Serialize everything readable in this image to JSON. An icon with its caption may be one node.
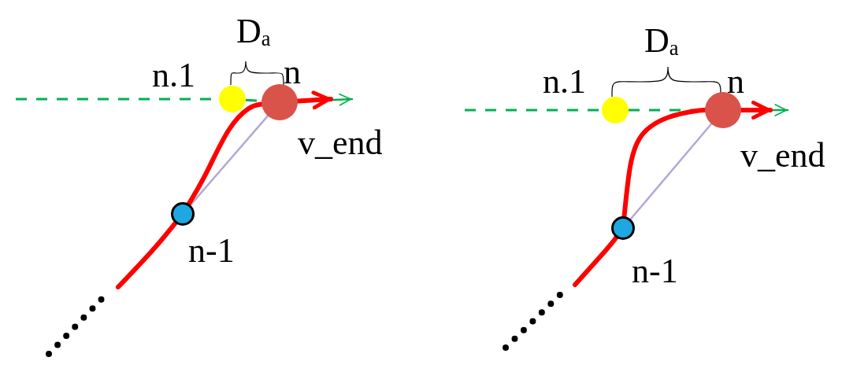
{
  "diagram": {
    "nodes": [
      {
        "text": [],
        "shape": "circle",
        "beside": [
          "n.1"
        ]
      },
      {
        "text": [],
        "shape": "circle",
        "beside": [
          "n"
        ]
      },
      {
        "text": [],
        "shape": "circle",
        "beside": [
          "n-1"
        ]
      },
      {
        "text": [],
        "shape": "circle",
        "beside": [
          "n.1"
        ]
      },
      {
        "text": [],
        "shape": "circle",
        "beside": [
          "n"
        ]
      },
      {
        "text": [],
        "shape": "circle",
        "beside": [
          "n-1"
        ]
      }
    ],
    "edges": [
      {
        "from": null,
        "to": 0,
        "arrow": "none",
        "style": "dashed",
        "color": "#00b050"
      },
      {
        "from": 0,
        "to": 1,
        "arrow": "none",
        "style": "dashed",
        "color": "#00b050"
      },
      {
        "from": 1,
        "to": null,
        "arrow": "to",
        "color": "#00b050"
      },
      {
        "from": 2,
        "to": 1,
        "arrow": "none",
        "color": "#b4a7d6"
      },
      {
        "from": null,
        "to": 2,
        "arrow": "none",
        "style": "thick",
        "color": "#ff0000"
      },
      {
        "from": 2,
        "to": 1,
        "arrow": "none",
        "style": "thick",
        "color": "#ff0000"
      },
      {
        "from": 1,
        "to": null,
        "arrow": "to",
        "style": "thick",
        "color": "#ff0000",
        "label": "v_end"
      },
      {
        "from": null,
        "to": 3,
        "arrow": "none",
        "style": "dashed",
        "color": "#00b050"
      },
      {
        "from": 3,
        "to": 4,
        "arrow": "none",
        "style": "dashed",
        "color": "#00b050"
      },
      {
        "from": 4,
        "to": null,
        "arrow": "to",
        "color": "#00b050"
      },
      {
        "from": 5,
        "to": 4,
        "arrow": "none",
        "color": "#b4a7d6"
      },
      {
        "from": null,
        "to": 5,
        "arrow": "none",
        "style": "thick",
        "color": "#ff0000"
      },
      {
        "from": 5,
        "to": 4,
        "arrow": "none",
        "style": "thick",
        "color": "#ff0000"
      },
      {
        "from": 4,
        "to": null,
        "arrow": "to",
        "style": "thick",
        "color": "#ff0000",
        "label": "v_end"
      }
    ],
    "labels": [
      "D$_{a}$",
      "D$_{a}$"
    ]
  }
}
